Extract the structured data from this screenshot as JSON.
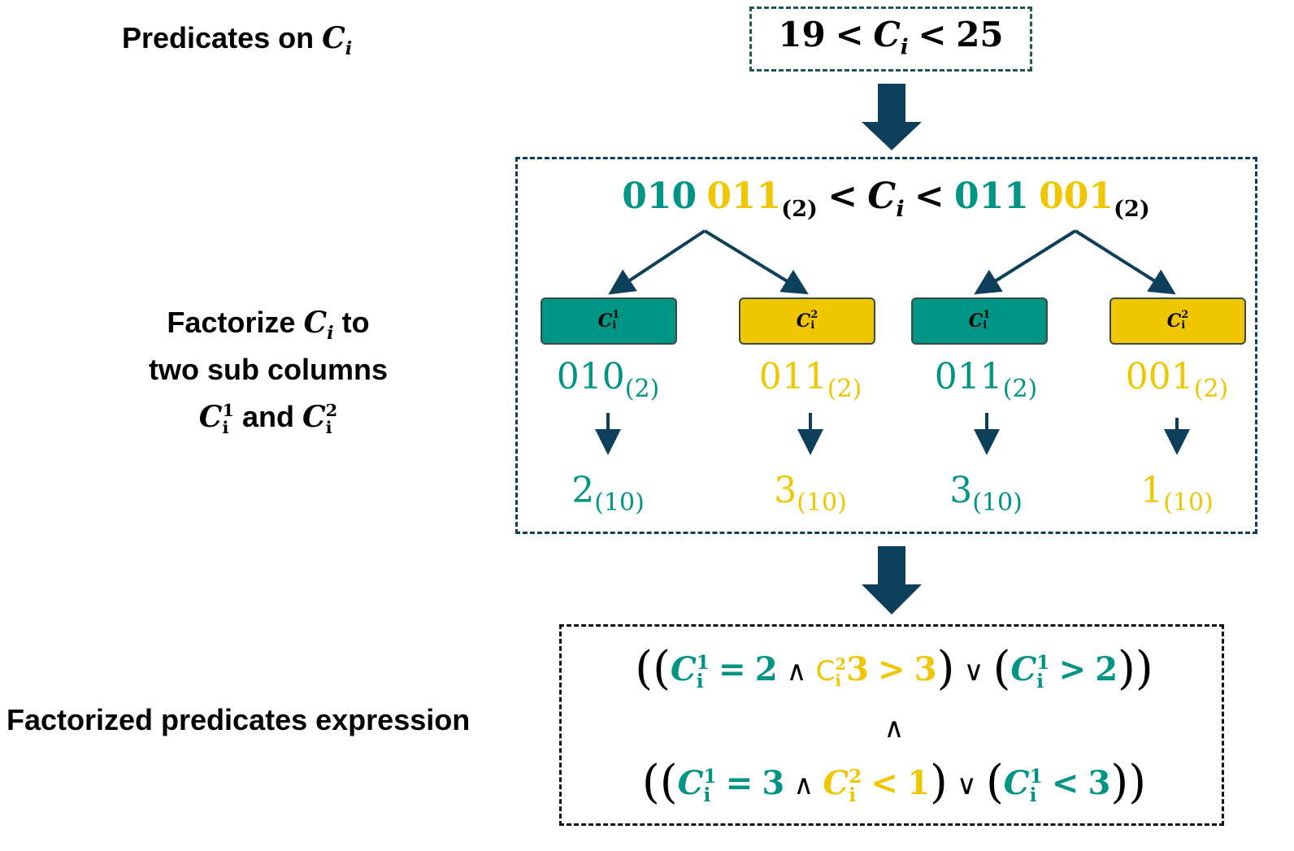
{
  "labels": {
    "predicates_on": "Predicates on",
    "factorize": "Factorize",
    "to": "to",
    "two_sub_columns": "two sub columns",
    "and": "and",
    "factorized_expression": "Factorized predicates expression"
  },
  "symbols": {
    "C": "C",
    "i": "i",
    "sup1": "1",
    "sup2": "2"
  },
  "top_box": {
    "left": "19",
    "lt1": "<",
    "lt2": "<",
    "right": "25"
  },
  "binary_predicate": {
    "low_hi": "010",
    "low_lo": "011",
    "high_hi": "011",
    "high_lo": "001",
    "base": "(2)",
    "lt": "<"
  },
  "sub_values": [
    {
      "bin": "010",
      "base": "(2)",
      "dec": "2",
      "dec_base": "(10)",
      "color": "#009484"
    },
    {
      "bin": "011",
      "base": "(2)",
      "dec": "3",
      "dec_base": "(10)",
      "color": "#f0c600"
    },
    {
      "bin": "011",
      "base": "(2)",
      "dec": "3",
      "dec_base": "(10)",
      "color": "#009484"
    },
    {
      "bin": "001",
      "base": "(2)",
      "dec": "1",
      "dec_base": "(10)",
      "color": "#f0c600"
    }
  ],
  "expression": {
    "line1": {
      "eq": "=",
      "v1": "2",
      "and": "∧",
      "C_plain": "C",
      "extra": "3",
      "gt": ">",
      "v2": "3",
      "or": "∨",
      "gt2": ">",
      "v3": "2"
    },
    "and_mid": "∧",
    "line2": {
      "eq": "=",
      "v1": "3",
      "and": "∧",
      "lt": "<",
      "v2": "1",
      "or": "∨",
      "lt2": "<",
      "v3": "3"
    }
  },
  "colors": {
    "teal": "#009484",
    "gold": "#f0c600",
    "arrow": "#0e3f5a",
    "box_dash_teal": "#1e5a50",
    "box_dash_navy": "#0e3f5a"
  }
}
